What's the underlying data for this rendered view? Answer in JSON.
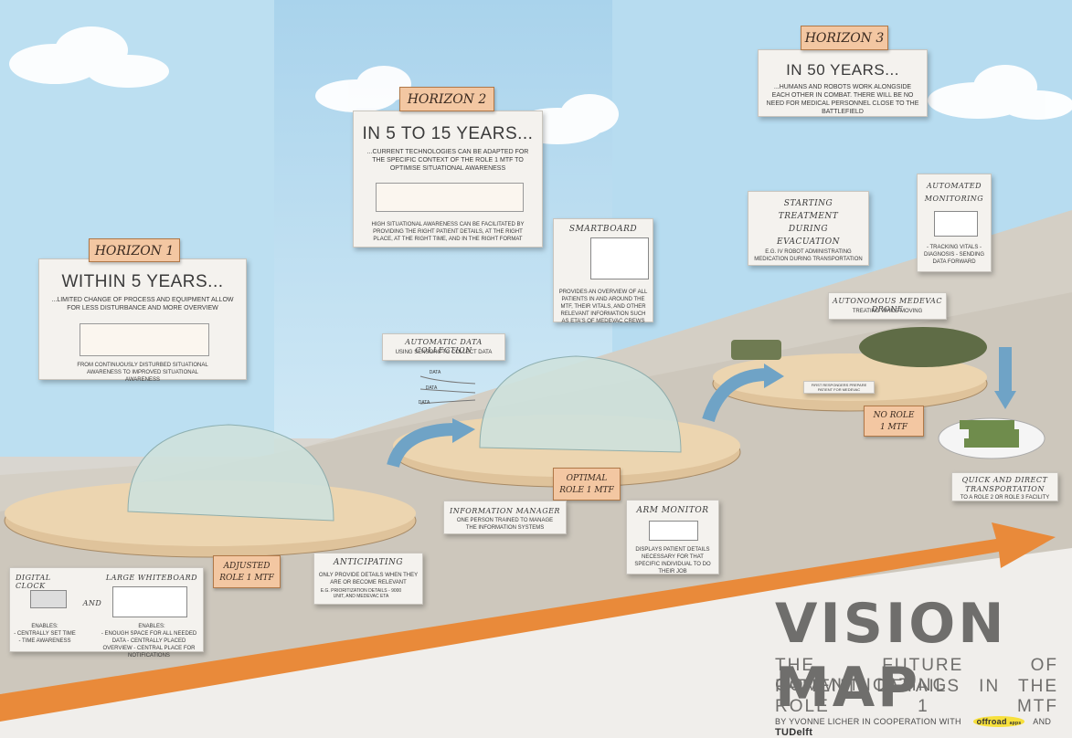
{
  "horizon1": {
    "tag": "HORIZON 1",
    "title": "WITHIN 5 YEARS...",
    "description": "...LIMITED CHANGE OF PROCESS AND EQUIPMENT ALLOW FOR LESS DISTURBANCE AND MORE OVERVIEW",
    "caption": "FROM CONTINUOUSLY DISTURBED SITUATIONAL AWARENESS TO IMPROVED SITUATIONAL AWARENESS"
  },
  "horizon2": {
    "tag": "HORIZON 2",
    "title": "IN 5 TO 15 YEARS...",
    "description": "...CURRENT TECHNOLOGIES CAN BE ADAPTED FOR THE SPECIFIC CONTEXT OF THE ROLE 1 MTF TO OPTIMISE SITUATIONAL AWARENESS",
    "caption": "HIGH SITUATIONAL AWARENESS CAN BE FACILITATED BY PROVIDING THE RIGHT PATIENT DETAILS, AT THE RIGHT PLACE, AT THE RIGHT TIME, AND IN THE RIGHT FORMAT"
  },
  "horizon3": {
    "tag": "HORIZON 3",
    "title": "IN 50 YEARS...",
    "description": "...HUMANS AND ROBOTS WORK ALONGSIDE EACH OTHER IN COMBAT. THERE WILL BE NO NEED FOR MEDICAL PERSONNEL CLOSE TO THE BATTLEFIELD"
  },
  "stages": {
    "adjusted": "ADJUSTED ROLE 1 MTF",
    "optimal": "OPTIMAL ROLE 1 MTF",
    "none": "NO ROLE 1 MTF"
  },
  "callouts": {
    "digital_clock": {
      "title": "DIGITAL CLOCK",
      "enables": "ENABLES:",
      "items": "- CENTRALLY SET TIME - TIME AWARENESS"
    },
    "and_word": "AND",
    "whiteboard": {
      "title": "LARGE WHITEBOARD",
      "enables": "ENABLES:",
      "items": "- ENOUGH SPACE FOR ALL NEEDED DATA - CENTRALLY PLACED OVERVIEW - CENTRAL PLACE FOR NOTIFICATIONS"
    },
    "anticipating": {
      "title": "ANTICIPATING",
      "text": "ONLY PROVIDE DETAILS WHEN THEY ARE OR BECOME RELEVANT",
      "example": "E.G. PRIORITIZATION DETAILS - 9000 UNIT, AND MEDEVAC ETA"
    },
    "info_manager": {
      "title": "INFORMATION MANAGER",
      "text": "ONE PERSON TRAINED TO MANAGE THE INFORMATION SYSTEMS"
    },
    "arm_monitor": {
      "title": "ARM MONITOR",
      "text": "DISPLAYS PATIENT DETAILS NECESSARY FOR THAT SPECIFIC INDIVIDUAL TO DO THEIR JOB"
    },
    "auto_data": {
      "title": "AUTOMATIC DATA COLLECTION",
      "text": "USING SENSORS TO COLLECT DATA",
      "data_label": "DATA"
    },
    "smartboard": {
      "title": "SMARTBOARD",
      "text": "PROVIDES AN OVERVIEW OF ALL PATIENTS IN AND AROUND THE MTF, THEIR VITALS, AND OTHER RELEVANT INFORMATION SUCH AS ETA'S OF MEDEVAC CREWS"
    },
    "starting_treatment": {
      "title": "STARTING TREATMENT DURING EVACUATION",
      "text": "E.G. IV ROBOT ADMINISTRATING MEDICATION DURING TRANSPORTATION"
    },
    "automated_monitoring": {
      "title": "AUTOMATED MONITORING",
      "text": "- TRACKING VITALS - DIAGNOSIS - SENDING DATA FORWARD"
    },
    "drone": {
      "title": "AUTONOMOUS MEDEVAC DRONE",
      "text": "TREATING WHILE MOVING"
    },
    "first_responders": "FIRST RESPONDERS PREPARE PATIENT FOR MEDEVAC",
    "quick_transport": {
      "title": "QUICK AND DIRECT TRANSPORTATION",
      "text": "TO A ROLE 2 OR ROLE 3 FACILITY"
    }
  },
  "footer": {
    "title": "VISION MAP",
    "sub1": "THE FUTURE OF COMMUNICATING",
    "sub2": "PATIENT DETAILS IN THE ROLE 1 MTF",
    "credit": "BY YVONNE LICHER IN COOPERATION WITH",
    "partner1": "offroad",
    "partner1_sub": "apps",
    "and_word": "AND",
    "partner2": "TUDelft"
  },
  "colors": {
    "accent": "#e98a3a",
    "tag": "#f3c7a2",
    "sky": "#c8e4f3",
    "ground": "#d4cfc5"
  }
}
